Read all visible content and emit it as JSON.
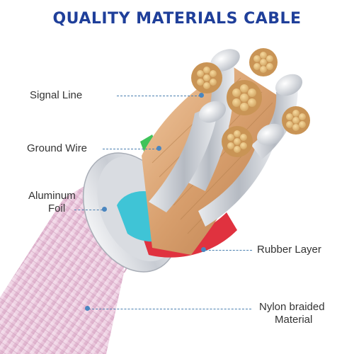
{
  "title": "QUALITY MATERIALS CABLE",
  "labels": {
    "signal_line": "Signal Line",
    "ground_wire": "Ground Wire",
    "aluminum_foil_1": "Aluminum",
    "aluminum_foil_2": "Foil",
    "rubber_layer": "Rubber Layer",
    "nylon_1": "Nylon braided",
    "nylon_2": "Material"
  },
  "colors": {
    "title": "#1f3f9a",
    "braid": "#e9c6dc",
    "copper": "#d9a374",
    "silver": "#c9ccd2",
    "cyan_wire": "#3fc4d6",
    "red_wire": "#e0323f",
    "green_wire": "#3fc35a",
    "callout": "#4a86c0"
  }
}
